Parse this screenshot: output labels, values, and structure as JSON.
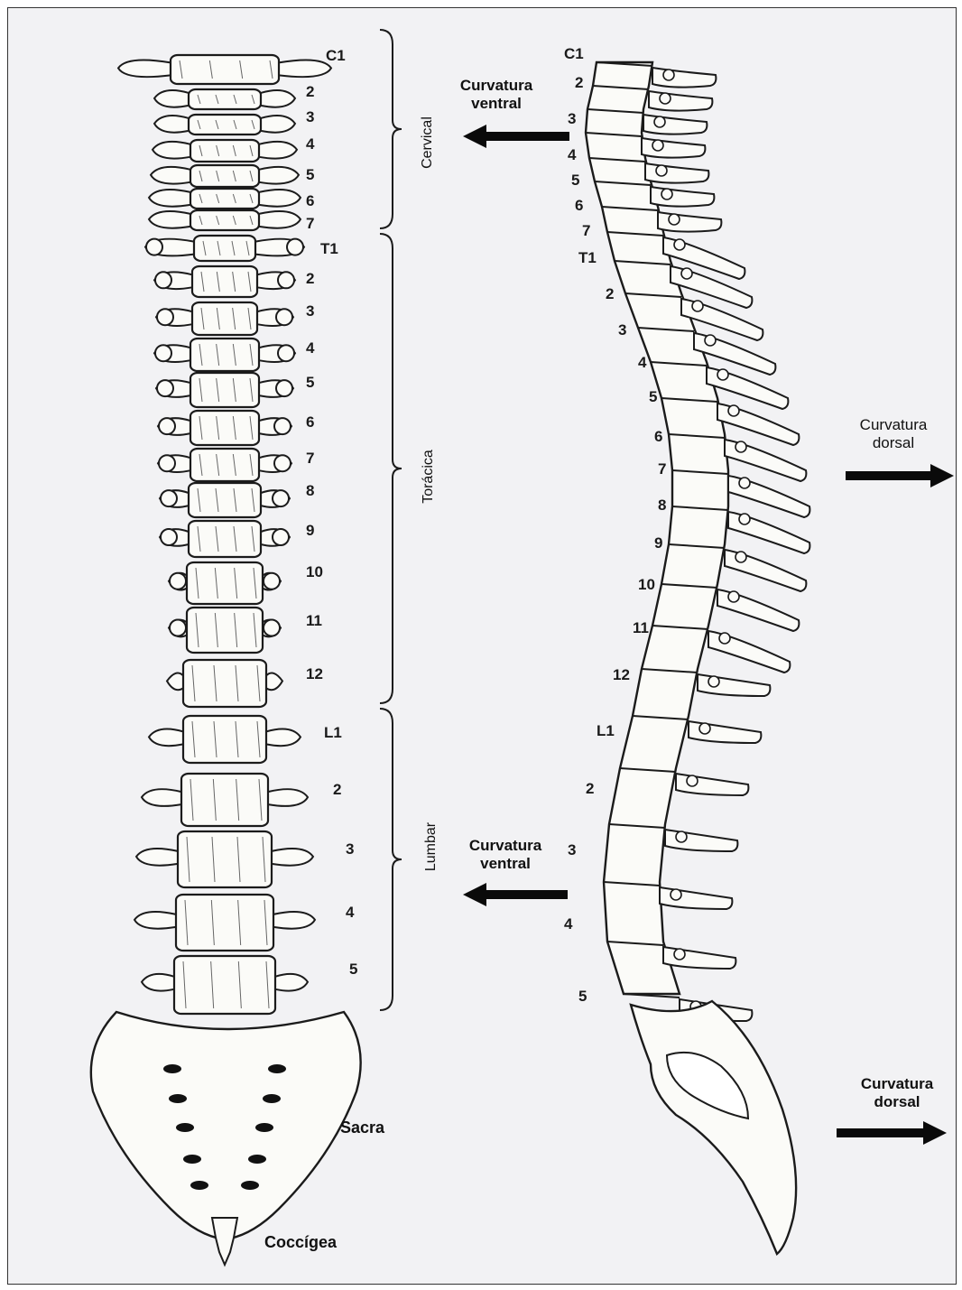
{
  "front_labels": {
    "cervical": [
      "C1",
      "2",
      "3",
      "4",
      "5",
      "6",
      "7"
    ],
    "thoracic": [
      "T1",
      "2",
      "3",
      "4",
      "5",
      "6",
      "7",
      "8",
      "9",
      "10",
      "11",
      "12"
    ],
    "lumbar": [
      "L1",
      "2",
      "3",
      "4",
      "5"
    ]
  },
  "regions": {
    "cervical": "Cervical",
    "thoracic": "Torácica",
    "lumbar": "Lumbar",
    "sacral": "Sacra",
    "coccygeal": "Coccígea"
  },
  "side_labels": {
    "cervical": [
      "C1",
      "2",
      "3",
      "4",
      "5",
      "6",
      "7"
    ],
    "thoracic": [
      "T1",
      "2",
      "3",
      "4",
      "5",
      "6",
      "7",
      "8",
      "9",
      "10",
      "11",
      "12"
    ],
    "lumbar": [
      "L1",
      "2",
      "3",
      "4",
      "5"
    ]
  },
  "curvatures": {
    "cervical_line1": "Curvatura",
    "cervical_line2": "ventral",
    "thoracic_line1": "Curvatura",
    "thoracic_line2": "dorsal",
    "lumbar_line1": "Curvatura",
    "lumbar_line2": "ventral",
    "sacral_line1": "Curvatura",
    "sacral_line2": "dorsal"
  }
}
